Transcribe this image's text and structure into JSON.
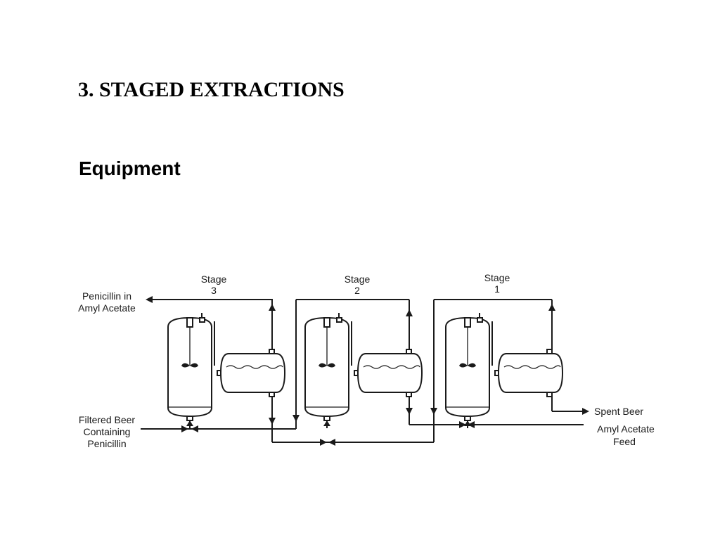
{
  "slide": {
    "title": "3. STAGED EXTRACTIONS",
    "subtitle": "Equipment"
  },
  "diagram": {
    "stages": [
      {
        "label": "Stage",
        "number": "3"
      },
      {
        "label": "Stage",
        "number": "2"
      },
      {
        "label": "Stage",
        "number": "1"
      }
    ],
    "streams": {
      "product_line1": "Penicillin in",
      "product_line2": "Amyl Acetate",
      "beer_line1": "Filtered Beer",
      "beer_line2": "Containing",
      "beer_line3": "Penicillin",
      "spent": "Spent Beer",
      "solvent_line1": "Amyl Acetate",
      "solvent_line2": "Feed"
    }
  }
}
